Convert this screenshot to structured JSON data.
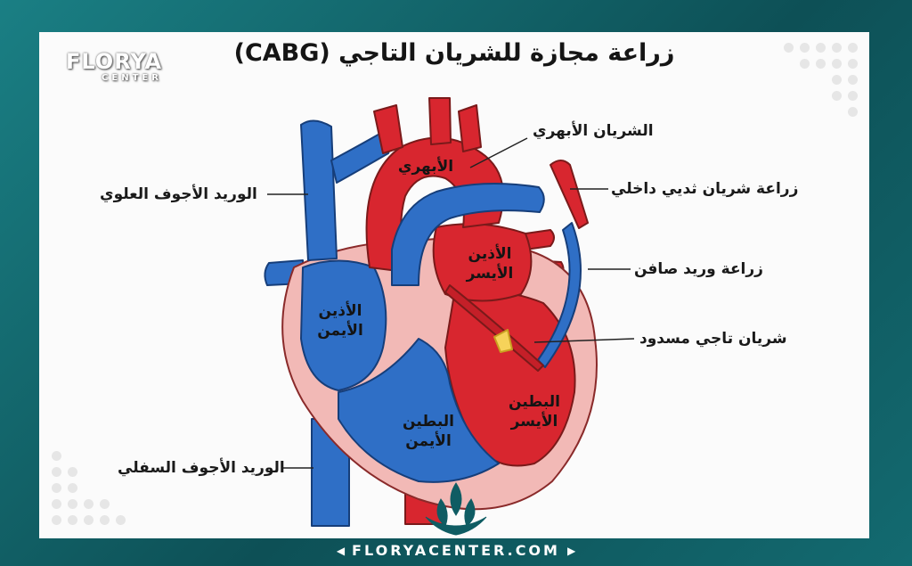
{
  "title": "زراعة مجازة للشريان التاجي (CABG)",
  "logo": {
    "main": "FLORYA",
    "sub": "CENTER"
  },
  "labels": {
    "aorta": "الشريان الأبهري",
    "internal_mammary_graft": "زراعة شريان ثديي داخلي",
    "saphenous_vein_graft": "زراعة وريد صافن",
    "blocked_coronary_artery": "شريان تاجي مسدود",
    "superior_vena_cava": "الوريد الأجوف العلوي",
    "inferior_vena_cava": "الوريد الأجوف السفلي"
  },
  "inner_labels": {
    "aorta": "الأبهري",
    "left_atrium_line1": "الأذين",
    "left_atrium_line2": "الأيسر",
    "right_atrium_line1": "الأذين",
    "right_atrium_line2": "الأيمن",
    "right_ventricle_line1": "البطين",
    "right_ventricle_line2": "الأيمن",
    "left_ventricle_line1": "البطين",
    "left_ventricle_line2": "الأيسر"
  },
  "footer": {
    "url": "FLORYACENTER.COM",
    "left_arrow": "◀",
    "right_arrow": "▶"
  },
  "colors": {
    "frame": "#0f5c63",
    "artery_red": "#d8262f",
    "vein_blue": "#2f6fc6",
    "muscle_pink": "#f2b9b6",
    "plaque_yellow": "#f6d35a"
  }
}
